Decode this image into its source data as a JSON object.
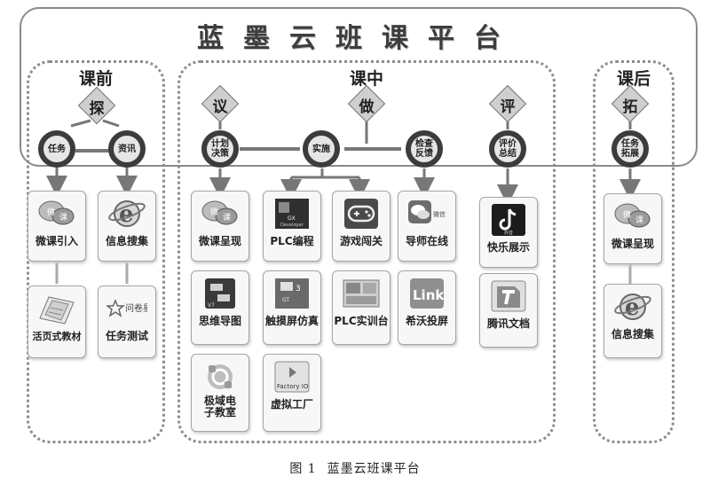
{
  "platform": {
    "title": "蓝墨云班课平台"
  },
  "phases": {
    "pre": {
      "label": "课前",
      "diamond": "探",
      "nodes": [
        "任务",
        "资讯"
      ],
      "tools": [
        [
          "微课引入",
          "活页式教材"
        ],
        [
          "信息搜集",
          "任务测试"
        ]
      ]
    },
    "mid": {
      "label": "课中",
      "diamonds": [
        "议",
        "做",
        "评"
      ],
      "nodes": [
        "计划\n决策",
        "实施",
        "检查\n反馈",
        "评价\n总结"
      ]
    },
    "post": {
      "label": "课后",
      "diamond": "拓",
      "node": "任务\n拓展",
      "tools": [
        "微课呈现",
        "信息搜集"
      ]
    }
  },
  "tools": {
    "mid_col1": [
      "微课呈现",
      "思维导图",
      "极域电\n子教室"
    ],
    "mid_col2": [
      "PLC编程",
      "触摸屏仿真",
      "虚拟工厂"
    ],
    "mid_col3": [
      "游戏闯关",
      "PLC实训台"
    ],
    "mid_col4": [
      "导师在线",
      "希沃投屏"
    ],
    "mid_col5": [
      "快乐展示",
      "腾讯文档"
    ]
  },
  "icon_texts": {
    "wechat_caption": "微信",
    "link_logo": "Link",
    "douyin_caption": "抖音",
    "wenjuan": "问卷星",
    "factory_io": "Factory IO"
  },
  "colors": {
    "frame": "#8a8a8a",
    "circle_border": "#3c3c3c",
    "diamond_fill": "#cfcfcf",
    "arrow": "#777777"
  },
  "icons": [
    "weike-icon",
    "ie-icon",
    "textbook-icon",
    "star-icon",
    "plc-software-icon",
    "gamepad-icon",
    "wechat-icon",
    "douyin-icon",
    "mindmap-icon",
    "hmi-sim-icon",
    "trainer-board-icon",
    "link-icon",
    "tencent-docs-icon",
    "classroom-icon",
    "factory-io-icon"
  ],
  "caption": {
    "figure": "图 1",
    "text": "蓝墨云班课平台"
  }
}
